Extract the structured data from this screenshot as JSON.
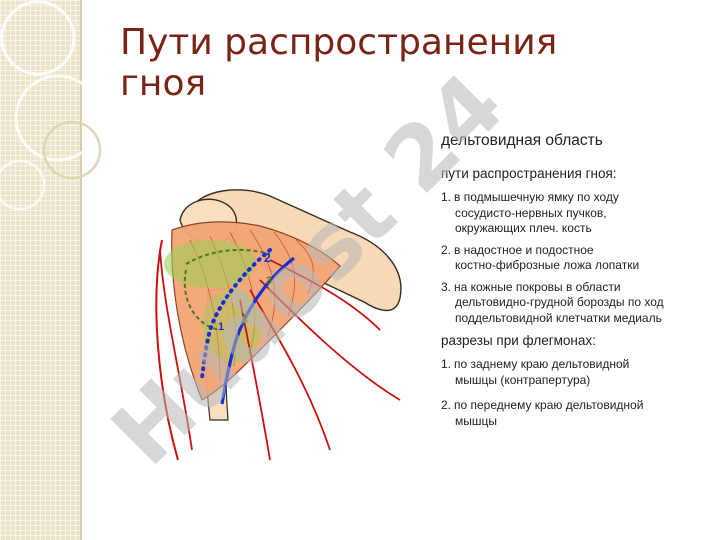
{
  "slide": {
    "title_lines": [
      "Пути распространения",
      "гноя"
    ],
    "diagram_labels": [
      "1",
      "2",
      "3"
    ]
  },
  "text_block": {
    "heading": "дельтовидная область",
    "spread_heading": "пути распространения гноя:",
    "spread_items": [
      {
        "num": "1.",
        "lines": [
          "в подмышечную ямку по ходу",
          "сосудисто-нервных пучков,",
          "окружающих плеч. кость"
        ]
      },
      {
        "num": "2.",
        "lines": [
          "в надостное и подостное",
          "костно-фиброзные ложа лопатки"
        ]
      },
      {
        "num": "3.",
        "lines": [
          "на кожные покровы в области",
          "дельтовидно-грудной борозды по ход",
          "поддельтовидной клетчатки медиаль"
        ]
      }
    ],
    "incisions_heading": "разрезы при флегмонах:",
    "incision_items": [
      {
        "num": "1.",
        "lines": [
          "по заднему краю дельтовидной",
          "мышцы (контрапертура)"
        ]
      },
      {
        "num": "2.",
        "lines": [
          "по переднему краю дельтовидной",
          "мышцы"
        ]
      }
    ]
  },
  "watermark": {
    "text": "Hudost 24"
  },
  "colors": {
    "title": "#7a2418",
    "band": "#ece4c9",
    "muscle": "#f0a070",
    "bone": "#f6d9b6",
    "path_blue": "#1030d8",
    "path_green": "#4a7a10",
    "nerve_red": "#cc1010",
    "watermark": "#b8b8b8",
    "watermark_accent": "#e6b8c8"
  }
}
